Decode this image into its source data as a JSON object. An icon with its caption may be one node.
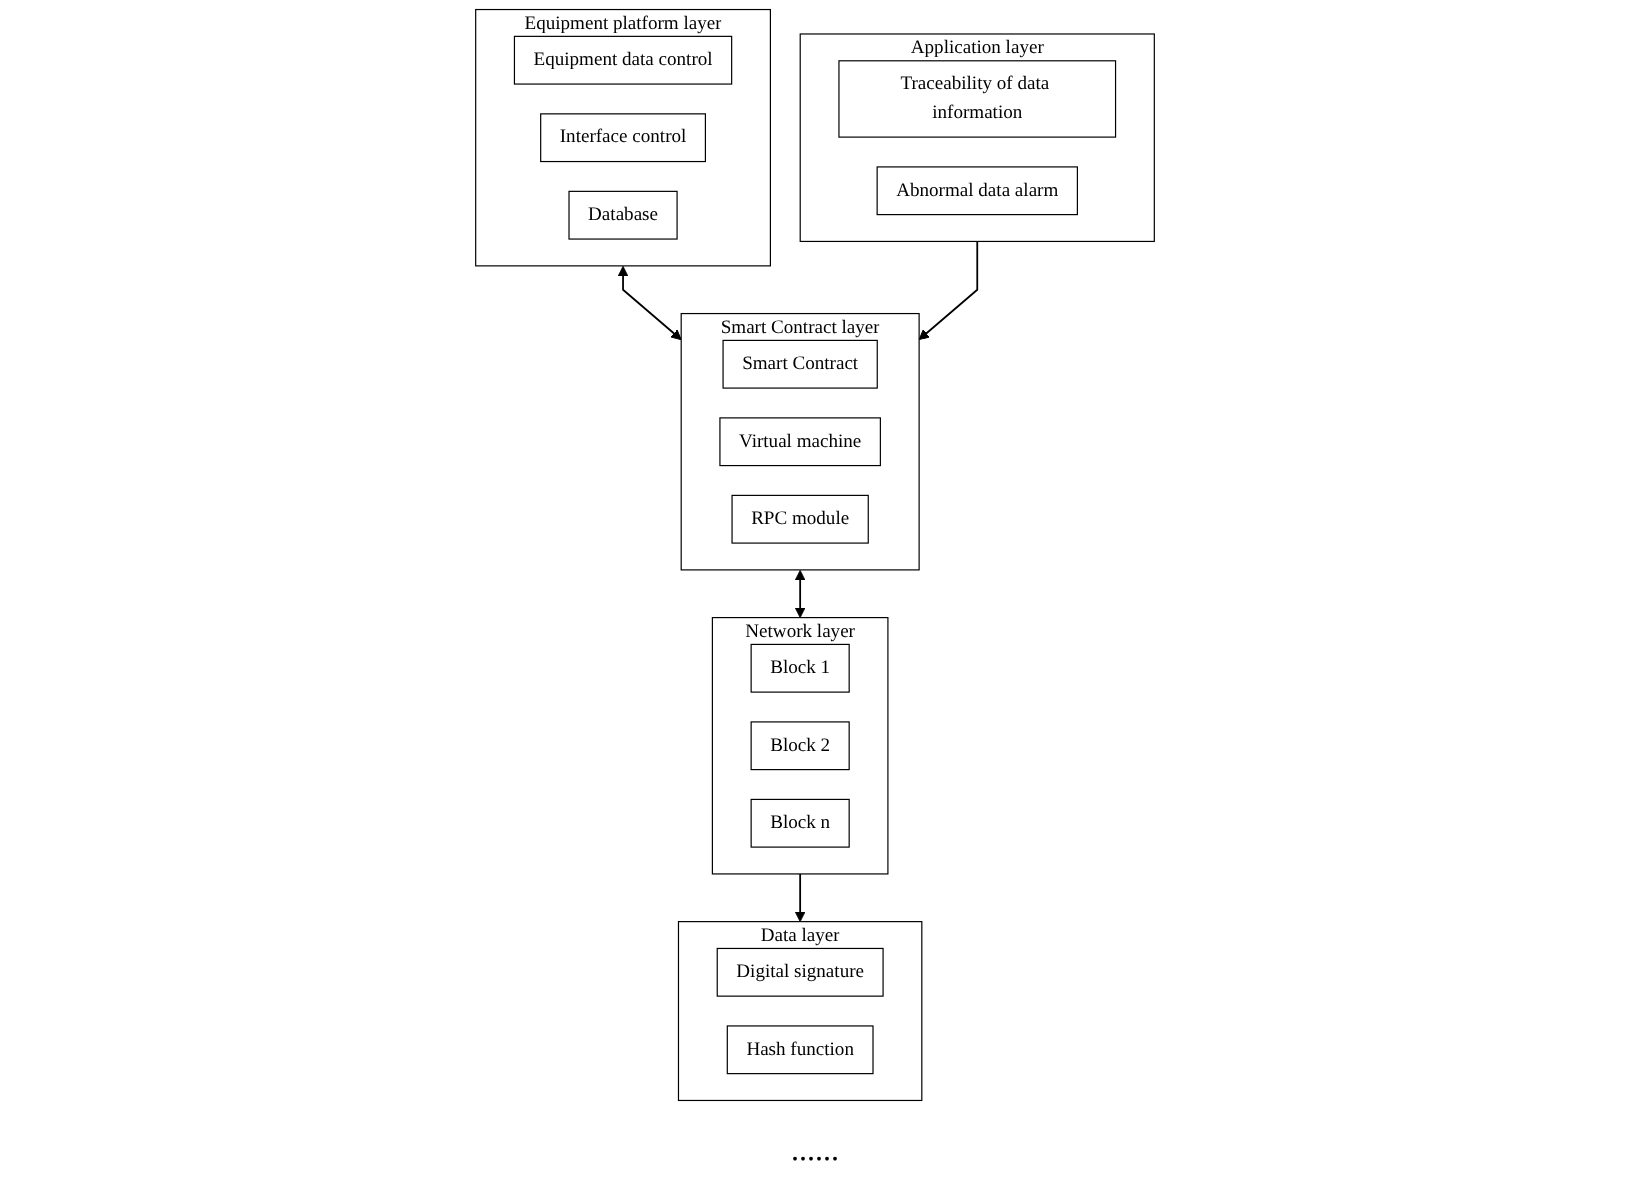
{
  "diagram": {
    "nodes": [
      {
        "text": [
          "Equipment platform layer"
        ]
      },
      {
        "text": [
          "Equipment data control"
        ],
        "in": 0
      },
      {
        "text": [
          "Interface control"
        ],
        "in": 0
      },
      {
        "text": [
          "Database"
        ],
        "in": 0
      },
      {
        "text": [
          "Smart Contract layer"
        ]
      },
      {
        "text": [
          "Smart Contract"
        ],
        "in": 4
      },
      {
        "text": [
          "Virtual machine"
        ],
        "in": 4
      },
      {
        "text": [
          "RPC module"
        ],
        "in": 4
      },
      {
        "text": [
          "Application layer"
        ]
      },
      {
        "text": [
          "Traceability of data information"
        ],
        "in": 8
      },
      {
        "text": [
          "Abnormal data alarm"
        ],
        "in": 8
      },
      {
        "text": [
          "Network layer"
        ]
      },
      {
        "text": [
          "Block 1"
        ],
        "in": 11
      },
      {
        "text": [
          "Block 2"
        ],
        "in": 11
      },
      {
        "text": [
          "Block n"
        ],
        "in": 11
      },
      {
        "text": [
          "Data layer"
        ]
      },
      {
        "text": [
          "Digital signature"
        ],
        "in": 15
      },
      {
        "text": [
          "Hash function"
        ],
        "in": 15
      }
    ],
    "edges": [
      {
        "from": 0,
        "to": 4,
        "arrow": "both"
      },
      {
        "from": 8,
        "to": 4,
        "arrow": "to"
      },
      {
        "from": 4,
        "to": 11,
        "arrow": "both"
      },
      {
        "from": 11,
        "to": 15,
        "arrow": "to"
      }
    ],
    "labels": [
      "......"
    ]
  }
}
